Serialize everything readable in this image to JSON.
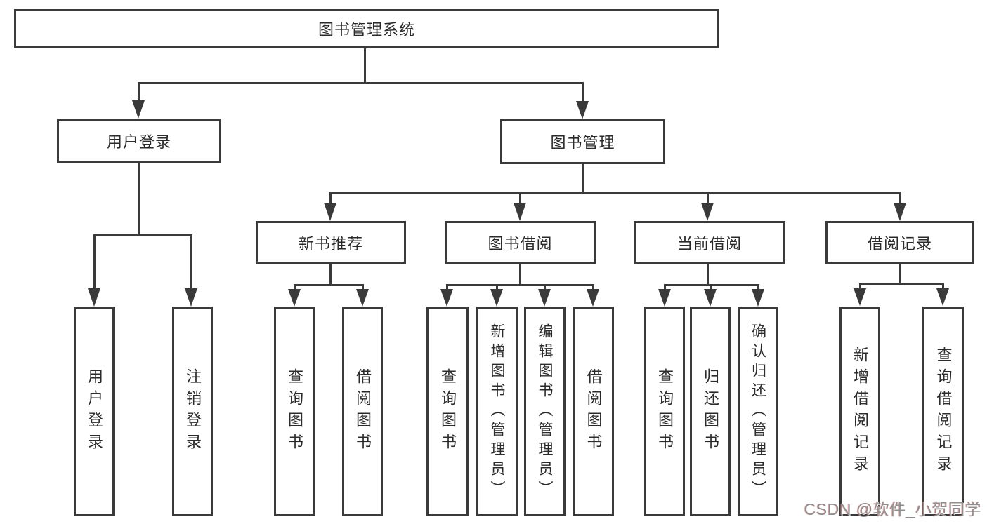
{
  "diagram": {
    "title": {
      "label": "图书管理系统"
    },
    "branches": {
      "user_login": {
        "label": "用户登录",
        "children": [
          {
            "label": "用户登录"
          },
          {
            "label": "注销登录"
          }
        ]
      },
      "book_mgmt": {
        "label": "图书管理",
        "children": [
          {
            "label": "新书推荐",
            "children": [
              {
                "label": "查询图书"
              },
              {
                "label": "借阅图书"
              }
            ]
          },
          {
            "label": "图书借阅",
            "children": [
              {
                "label": "查询图书"
              },
              {
                "label": "新增图书（管理员）"
              },
              {
                "label": "编辑图书（管理员）"
              },
              {
                "label": "借阅图书"
              }
            ]
          },
          {
            "label": "当前借阅",
            "children": [
              {
                "label": "查询图书"
              },
              {
                "label": "归还图书"
              },
              {
                "label": "确认归还（管理员）"
              }
            ]
          },
          {
            "label": "借阅记录",
            "children": [
              {
                "label": "新增借阅记录"
              },
              {
                "label": "查询借阅记录"
              }
            ]
          }
        ]
      }
    }
  },
  "watermark": {
    "text": "CSDN @软件_小贺同学"
  }
}
